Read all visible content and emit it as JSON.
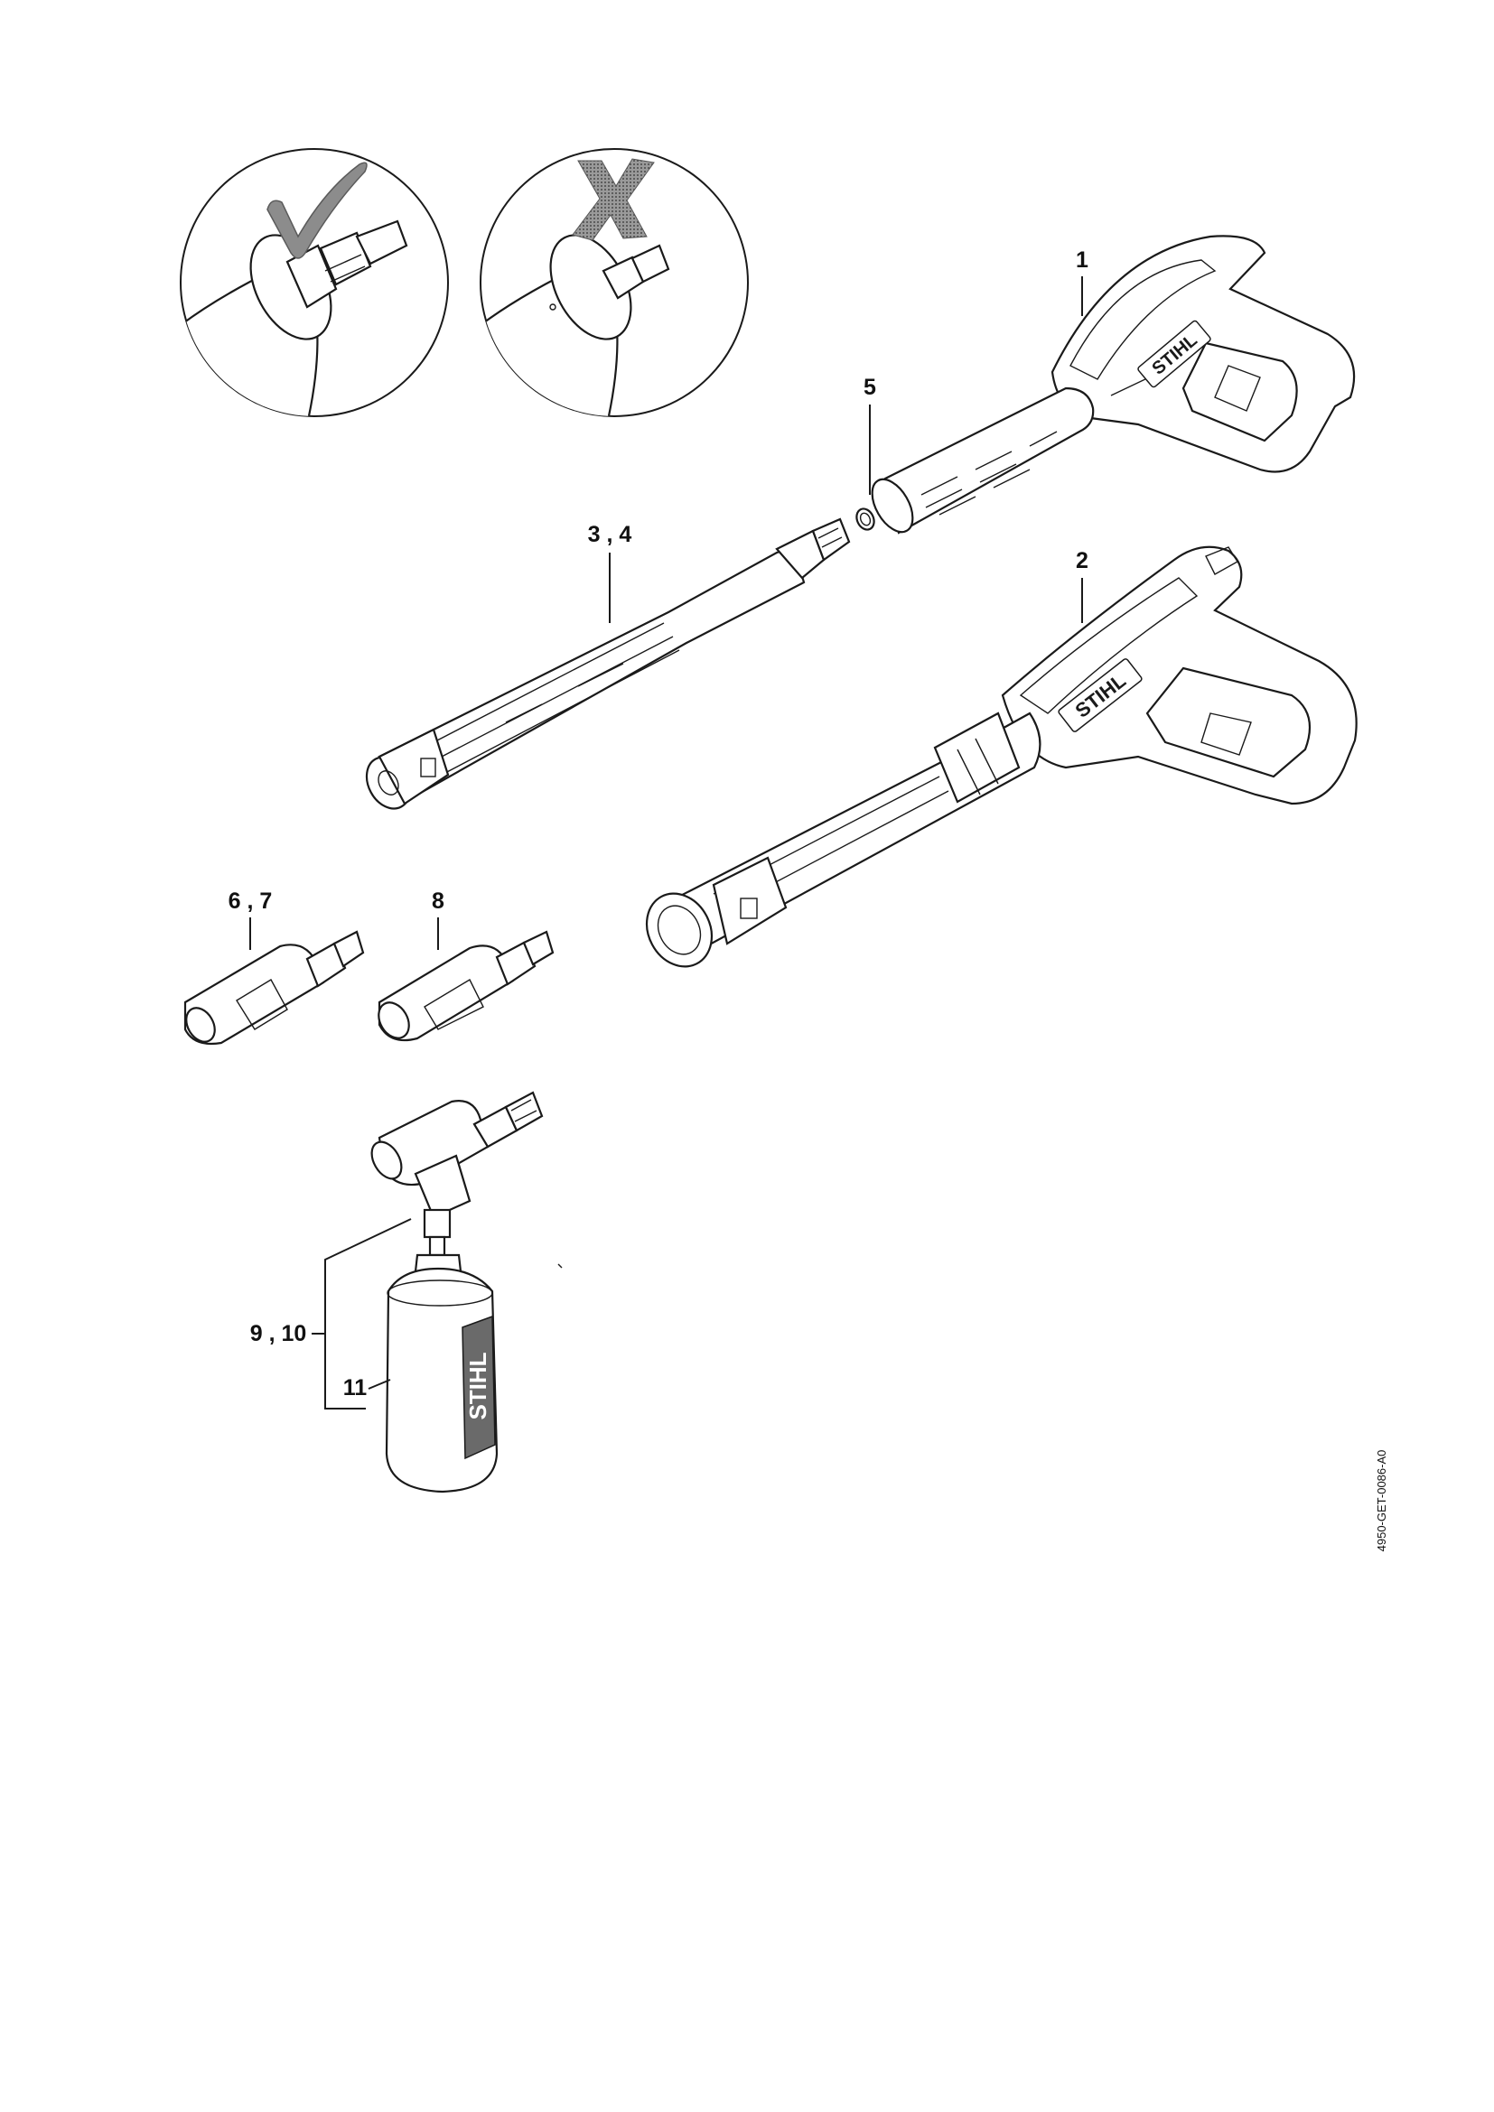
{
  "callouts": {
    "c1": "1",
    "c2": "2",
    "c34": "3 , 4",
    "c5": "5",
    "c67": "6 , 7",
    "c8": "8",
    "c910": "9 , 10",
    "c11": "11"
  },
  "brand_marks": {
    "gun1": "STIHL",
    "gun2": "STIHL",
    "bottle": "STIHL"
  },
  "document_id": "4950-GET-0086-A0",
  "icons": {
    "correct": "check-icon",
    "incorrect": "cross-icon"
  },
  "colors": {
    "line": "#1a1a1a",
    "check_fill": "#8c8c8c",
    "cross_fill": "#6e6e6e",
    "background": "#ffffff"
  }
}
